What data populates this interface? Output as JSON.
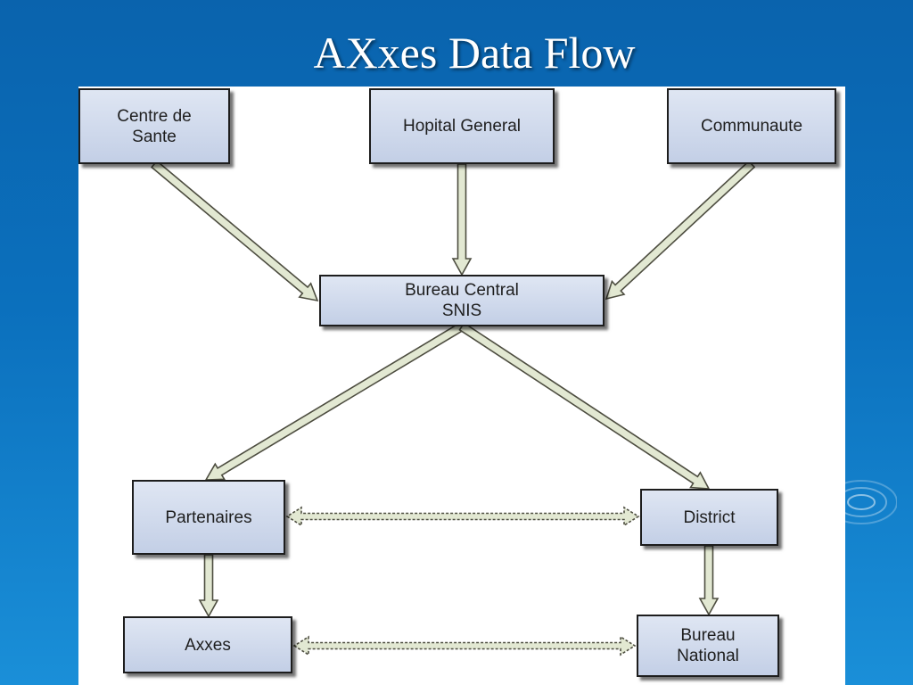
{
  "title": "AXxes Data Flow",
  "colors": {
    "background_top": "#0a63ad",
    "background_bottom": "#1a8fd8",
    "panel": "#ffffff",
    "node_fill_top": "#dfe6f3",
    "node_fill_bottom": "#c3cfe6",
    "node_border": "#1d1d1d",
    "arrow_fill": "#e2e8d2",
    "arrow_stroke": "#4d4d40"
  },
  "nodes": {
    "centre_de_sante": "Centre de\nSante",
    "hopital_general": "Hopital General",
    "communaute": "Communaute",
    "bureau_central": "Bureau Central\nSNIS",
    "partenaires": "Partenaires",
    "district": "District",
    "axxes": "Axxes",
    "bureau_national": "Bureau\nNational"
  },
  "flows": [
    {
      "from": "Centre de Sante",
      "to": "Bureau Central SNIS",
      "direction": "one-way"
    },
    {
      "from": "Hopital General",
      "to": "Bureau Central SNIS",
      "direction": "one-way"
    },
    {
      "from": "Communaute",
      "to": "Bureau Central SNIS",
      "direction": "one-way"
    },
    {
      "from": "Bureau Central SNIS",
      "to": "Partenaires",
      "direction": "one-way"
    },
    {
      "from": "Bureau Central SNIS",
      "to": "District",
      "direction": "one-way"
    },
    {
      "from": "Partenaires",
      "to": "Axxes",
      "direction": "one-way"
    },
    {
      "from": "District",
      "to": "Bureau National",
      "direction": "one-way"
    },
    {
      "from": "Partenaires",
      "to": "District",
      "direction": "two-way"
    },
    {
      "from": "Axxes",
      "to": "Bureau National",
      "direction": "two-way"
    }
  ]
}
